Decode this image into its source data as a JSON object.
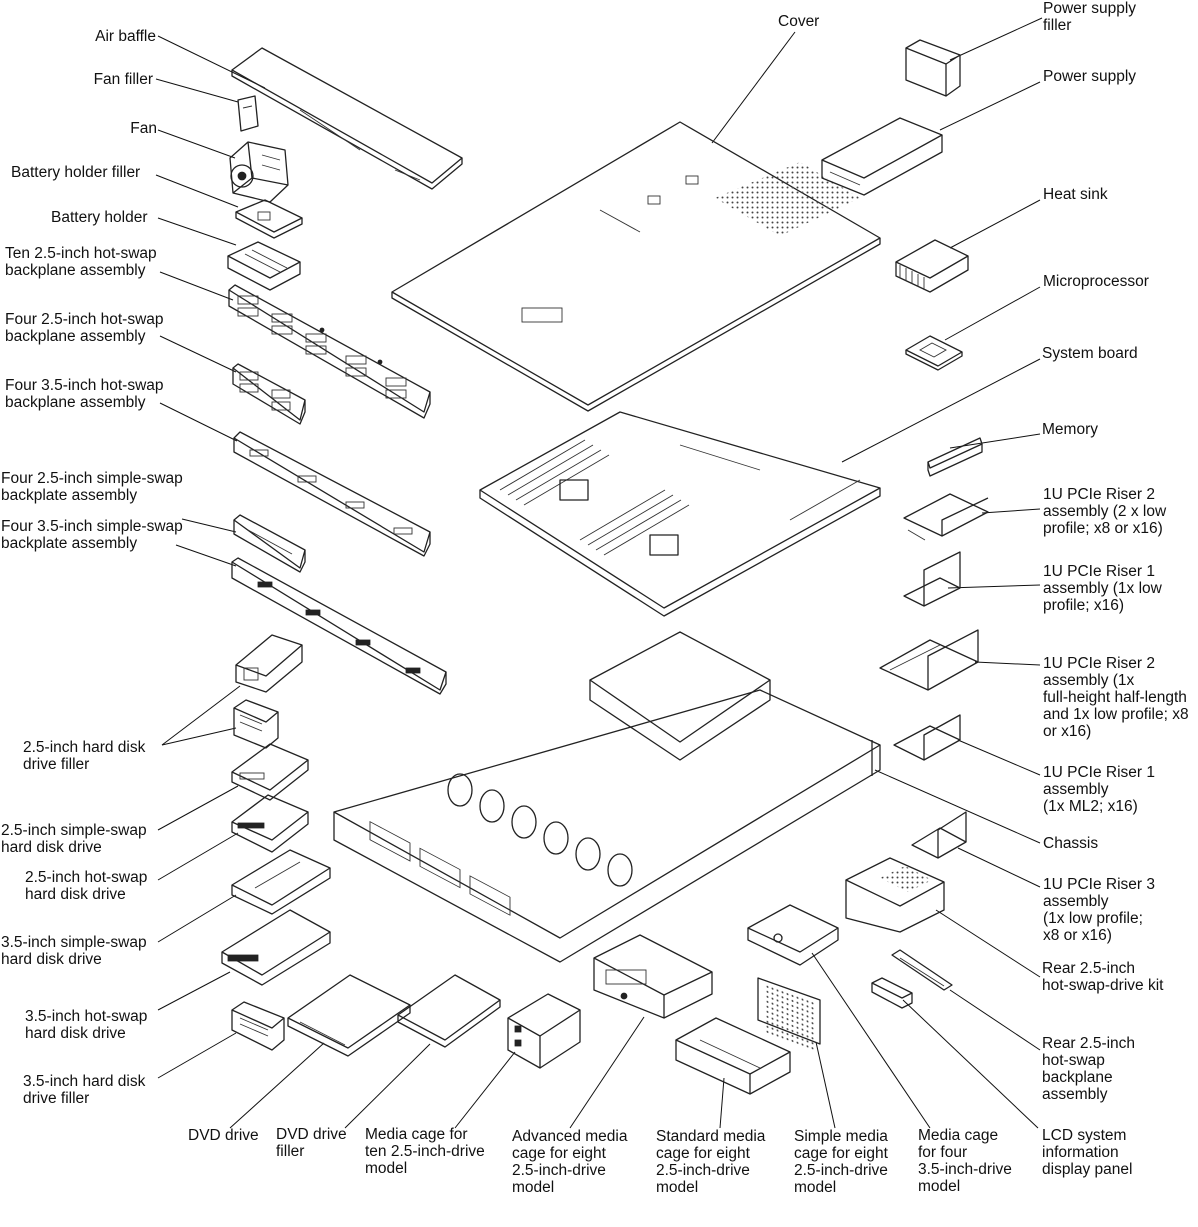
{
  "labels": {
    "air_baffle": "Air baffle",
    "fan_filler": "Fan filler",
    "fan": "Fan",
    "battery_holder_filler": "Battery holder filler",
    "battery_holder": "Battery holder",
    "ten_25_hs_backplane": "Ten 2.5-inch hot-swap\nbackplane assembly",
    "four_25_hs_backplane": "Four 2.5-inch hot-swap\nbackplane assembly",
    "four_35_hs_backplane": "Four 3.5-inch hot-swap\nbackplane assembly",
    "four_25_ss_backplate": "Four 2.5-inch simple-swap\nbackplate assembly",
    "four_35_ss_backplate": "Four 3.5-inch simple-swap\nbackplate assembly",
    "hdd_25_filler": "2.5-inch hard disk\ndrive filler",
    "hdd_25_ss": "2.5-inch simple-swap\nhard disk drive",
    "hdd_25_hs": "2.5-inch hot-swap\nhard disk drive",
    "hdd_35_ss": "3.5-inch simple-swap\nhard disk drive",
    "hdd_35_hs": "3.5-inch hot-swap\nhard disk drive",
    "hdd_35_filler": "3.5-inch hard disk\ndrive filler",
    "dvd_drive": "DVD drive",
    "dvd_filler": "DVD drive\nfiller",
    "media_cage_ten": "Media cage for\nten 2.5-inch-drive\nmodel",
    "adv_media_cage": "Advanced media\ncage for eight\n2.5-inch-drive\nmodel",
    "std_media_cage": "Standard media\ncage for eight\n2.5-inch-drive\nmodel",
    "simple_media_cage": "Simple media\ncage for eight\n2.5-inch-drive\nmodel",
    "media_cage_four": "Media cage\nfor four\n3.5-inch-drive\nmodel",
    "lcd_panel": "LCD system\ninformation\ndisplay panel",
    "cover": "Cover",
    "ps_filler": "Power supply\nfiller",
    "power_supply": "Power supply",
    "heat_sink": "Heat sink",
    "microprocessor": "Microprocessor",
    "system_board": "System board",
    "memory": "Memory",
    "riser2_lp": "1U PCIe Riser 2\nassembly (2 x low\nprofile; x8 or x16)",
    "riser1_lp": "1U PCIe Riser 1\nassembly (1x low\nprofile; x16)",
    "riser2_fh": "1U PCIe Riser 2\nassembly (1x\nfull-height half-length\nand 1x low profile; x8\nor x16)",
    "riser1_ml2": "1U PCIe Riser 1\nassembly\n(1x ML2; x16)",
    "chassis": "Chassis",
    "riser3": "1U PCIe Riser 3\nassembly\n(1x low profile;\nx8 or x16)",
    "rear_25_kit": "Rear 2.5-inch\nhot-swap-drive kit",
    "rear_25_backplane": "Rear 2.5-inch\nhot-swap\nbackplane\nassembly"
  },
  "colors": {
    "line": "#222222",
    "text": "#111111",
    "background": "#ffffff"
  }
}
